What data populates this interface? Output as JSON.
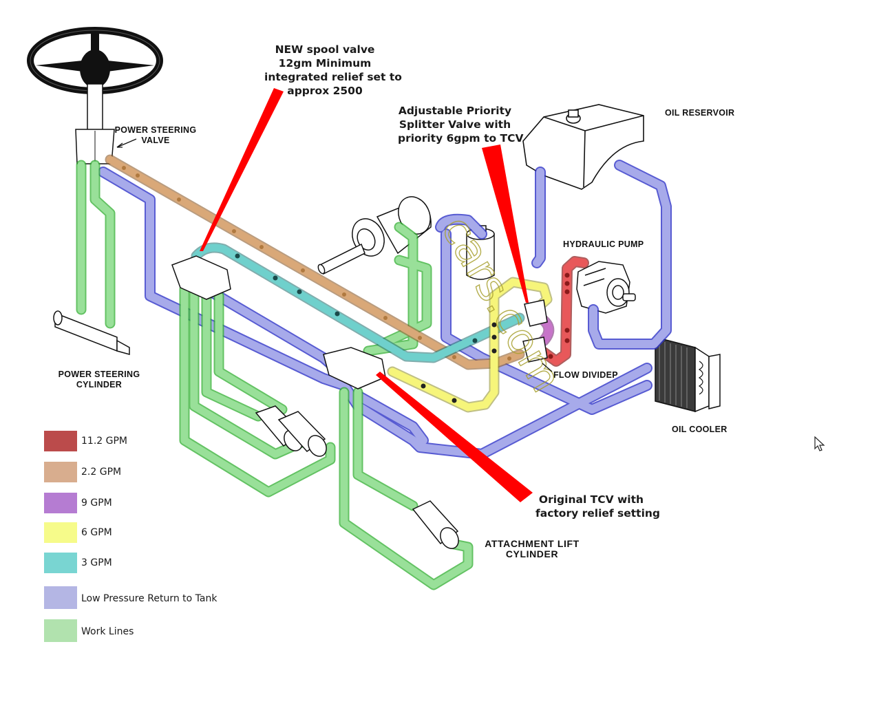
{
  "callouts": {
    "spool_valve": [
      "NEW spool valve",
      "12gm Minimum",
      "integrated relief set to",
      "approx 2500"
    ],
    "splitter_valve": [
      "Adjustable Priority",
      "Splitter Valve with",
      "priority 6gpm to TCV"
    ],
    "tcv": [
      "Original TCV with",
      "factory relief setting"
    ]
  },
  "components": {
    "power_steering_valve": [
      "POWER STEERING",
      "VALVE"
    ],
    "power_steering_cylinder": [
      "POWER STEERING",
      "CYLINDER"
    ],
    "oil_reservoir": "OIL RESERVOIR",
    "hydraulic_pump": "HYDRAULIC PUMP",
    "flow_divider": "FLOW DIVIDEP",
    "oil_cooler": "OIL COOLER",
    "attachment_lift_cylinder": [
      "ATTACHMENT LIFT",
      "CYLINDER"
    ]
  },
  "legend": [
    {
      "label": "11.2 GPM",
      "color": "#bb4b4b",
      "key": "red"
    },
    {
      "label": "2.2 GPM",
      "color": "#d8ad8e",
      "key": "tan"
    },
    {
      "label": "9 GPM",
      "color": "#b57cd2",
      "key": "purple"
    },
    {
      "label": "6 GPM",
      "color": "#f6fb8a",
      "key": "yellow"
    },
    {
      "label": "3 GPM",
      "color": "#79d5d2",
      "key": "cyan"
    },
    {
      "label": "Low Pressure Return to Tank",
      "color": "#b4b6e4",
      "key": "blue"
    },
    {
      "label": "Work Lines",
      "color": "#b1e2ae",
      "key": "green"
    }
  ],
  "colors": {
    "red_line": "#e8585a",
    "tan_line": "#d9a878",
    "purple_line": "#c774c9",
    "yellow_line": "#f6f57a",
    "cyan_line": "#6fd0cc",
    "blue_line": "#9ea3e6",
    "blue_edge": "#2e33c8",
    "green_line": "#92dd92",
    "green_edge": "#2fae2f",
    "pointer": "#ff0000",
    "watermark": "#a8a030"
  },
  "watermark": "cars.com"
}
